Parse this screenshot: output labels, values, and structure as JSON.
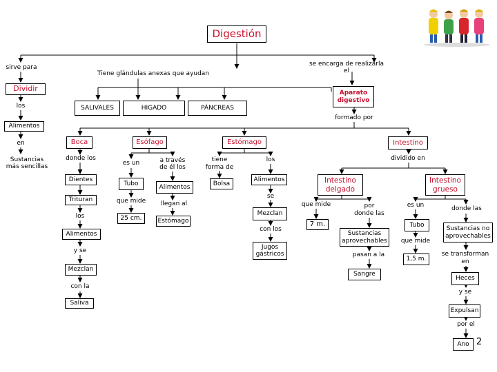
{
  "title": "Digestión",
  "page_number": "2",
  "nodes": {
    "sirve_para": "sirve para",
    "se_encarga": "se encarga de realizarla el",
    "tiene_glandulas": "Tiene glándulas anexas que ayudan",
    "dividir": "Dividir",
    "aparato": "Aparato\ndigestivo",
    "los_a": "los",
    "salivales": "SALIVALES",
    "higado": "HIGADO",
    "pancreas": "PÁNCREAS",
    "formado_por": "formado por",
    "alimentos_a": "Alimentos",
    "en": "en",
    "sustancias": "Sustancias\nmás sencillas",
    "boca": "Boca",
    "esofago": "Esófago",
    "estomago": "Estómago",
    "intestino": "Intestino",
    "donde_los": "donde los",
    "es_un_a": "es un",
    "a_traves": "a través\nde él los",
    "tiene_forma": "tiene\nforma de",
    "los_b": "los",
    "dividido_en": "dividido en",
    "dientes": "Dientes",
    "tubo_a": "Tubo",
    "alimentos_b": "Alimentos",
    "bolsa": "Bolsa",
    "alimentos_c": "Alimentos",
    "int_delgado": "Intestino\ndelgado",
    "int_grueso": "Intestino\ngrueso",
    "trituran": "Trituran",
    "que_mide_a": "que mide",
    "llegan_al": "llegan al",
    "se": "se",
    "que_mide_b": "que mide",
    "por_donde": "por\ndonde las",
    "es_un_b": "es un",
    "donde_las": "donde las",
    "los_c": "los",
    "cm25": "25 cm.",
    "estomago_b": "Estómago",
    "mezclan_a": "Mezclan",
    "m7": "7 m.",
    "tubo_b": "Tubo",
    "sust_no": "Sustancias no\naprovechables",
    "alimentos_d": "Alimentos",
    "con_los": "con los",
    "sust_aprov": "Sustancias\naprovechables",
    "que_mide_c": "que mide",
    "se_transforman": "se transforman\nen",
    "y_se_a": "y se",
    "jugos": "Jugos\ngástricos",
    "pasan_a_la": "pasan a la",
    "m15": "1,5 m.",
    "mezclan_b": "Mezclan",
    "sangre": "Sangre",
    "heces": "Heces",
    "con_la": "con la",
    "y_se_b": "y se",
    "saliva": "Saliva",
    "expulsan": "Expulsan",
    "por_el": "por el",
    "ano": "Ano"
  },
  "colors": {
    "red_text": "#c8102e",
    "line": "#000000",
    "border": "#000000"
  }
}
